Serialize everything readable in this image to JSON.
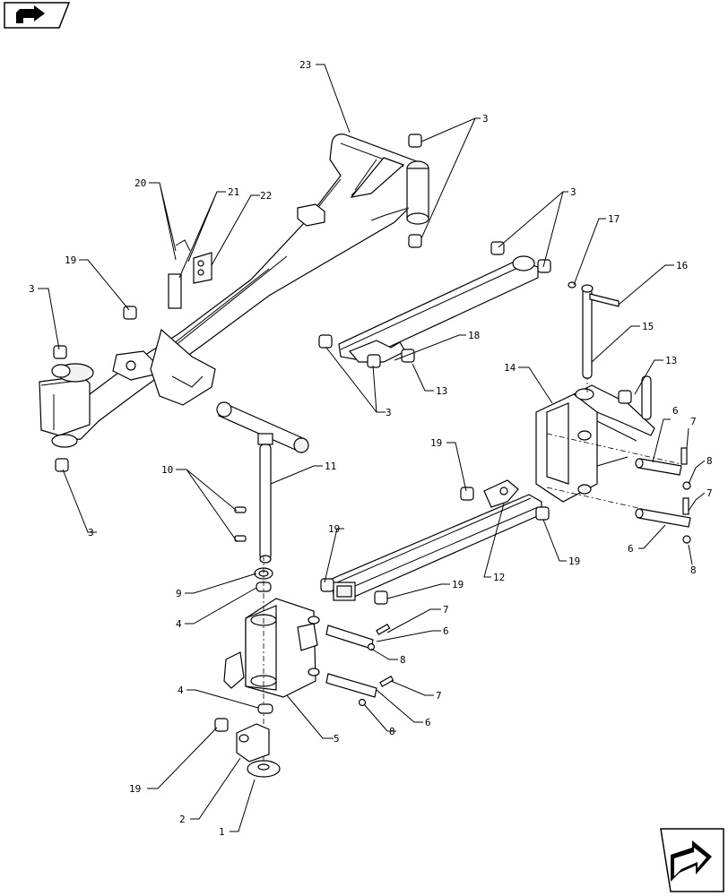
{
  "nav": {
    "prev_icon": "arrow-left-icon",
    "next_icon": "arrow-next-icon"
  },
  "callouts": [
    {
      "id": "c1",
      "label": "1"
    },
    {
      "id": "c2",
      "label": "2"
    },
    {
      "id": "c3a",
      "label": "3"
    },
    {
      "id": "c3b",
      "label": "3"
    },
    {
      "id": "c3c",
      "label": "3"
    },
    {
      "id": "c3d",
      "label": "3"
    },
    {
      "id": "c3e",
      "label": "3"
    },
    {
      "id": "c4a",
      "label": "4"
    },
    {
      "id": "c4b",
      "label": "4"
    },
    {
      "id": "c5",
      "label": "5"
    },
    {
      "id": "c6a",
      "label": "6"
    },
    {
      "id": "c6b",
      "label": "6"
    },
    {
      "id": "c6c",
      "label": "6"
    },
    {
      "id": "c6d",
      "label": "6"
    },
    {
      "id": "c7a",
      "label": "7"
    },
    {
      "id": "c7b",
      "label": "7"
    },
    {
      "id": "c7c",
      "label": "7"
    },
    {
      "id": "c7d",
      "label": "7"
    },
    {
      "id": "c8a",
      "label": "8"
    },
    {
      "id": "c8b",
      "label": "8"
    },
    {
      "id": "c8c",
      "label": "8"
    },
    {
      "id": "c8d",
      "label": "8"
    },
    {
      "id": "c9",
      "label": "9"
    },
    {
      "id": "c10",
      "label": "10"
    },
    {
      "id": "c11",
      "label": "11"
    },
    {
      "id": "c12",
      "label": "12"
    },
    {
      "id": "c13a",
      "label": "13"
    },
    {
      "id": "c13b",
      "label": "13"
    },
    {
      "id": "c14",
      "label": "14"
    },
    {
      "id": "c15",
      "label": "15"
    },
    {
      "id": "c16",
      "label": "16"
    },
    {
      "id": "c17",
      "label": "17"
    },
    {
      "id": "c18",
      "label": "18"
    },
    {
      "id": "c19a",
      "label": "19"
    },
    {
      "id": "c19b",
      "label": "19"
    },
    {
      "id": "c19c",
      "label": "19"
    },
    {
      "id": "c19d",
      "label": "19"
    },
    {
      "id": "c19e",
      "label": "19"
    },
    {
      "id": "c19f",
      "label": "19"
    },
    {
      "id": "c20",
      "label": "20"
    },
    {
      "id": "c21",
      "label": "21"
    },
    {
      "id": "c22",
      "label": "22"
    },
    {
      "id": "c23",
      "label": "23"
    }
  ]
}
